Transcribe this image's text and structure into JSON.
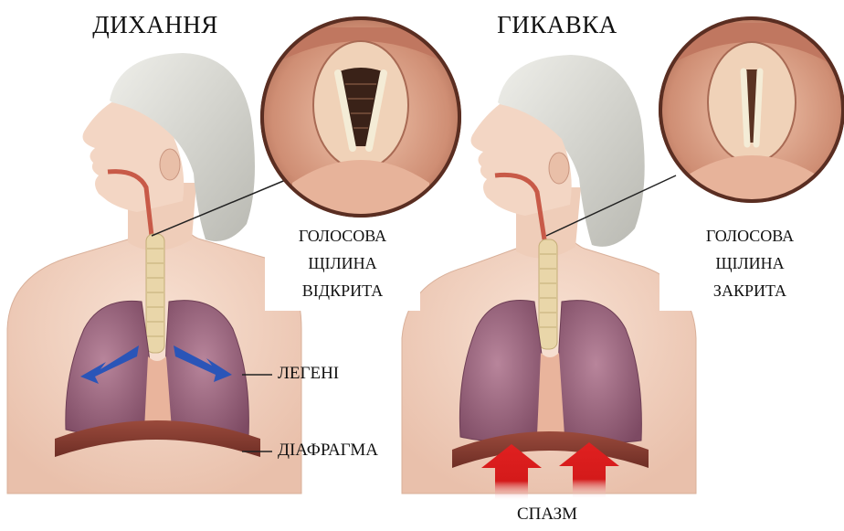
{
  "titles": {
    "left": "ДИХАННЯ",
    "right": "ГИКАВКА"
  },
  "captions": {
    "left": [
      "ГОЛОСОВА",
      "ЩІЛИНА",
      "ВІДКРИТА"
    ],
    "right": [
      "ГОЛОСОВА",
      "ЩІЛИНА",
      "ЗАКРИТА"
    ]
  },
  "side_labels": {
    "lungs": "ЛЕГЕНІ",
    "diaphragm": "ДІАФРАГМА",
    "spasm": "СПАЗМ"
  },
  "icons": {
    "breath_arrows": "blue-arrow-icon",
    "spasm_arrows": "red-up-arrow-icon"
  },
  "colors": {
    "skin": "#f3d7c7",
    "hair": "#d6d6d0",
    "lung": "#a9708a",
    "lung_dark": "#7d4a63",
    "trachea": "#e7d3a5",
    "diaphragm": "#8a3f33",
    "glottis_bg": "#d69a82",
    "blue_arrow": "#2a55b8",
    "red_arrow": "#d41a1a"
  }
}
